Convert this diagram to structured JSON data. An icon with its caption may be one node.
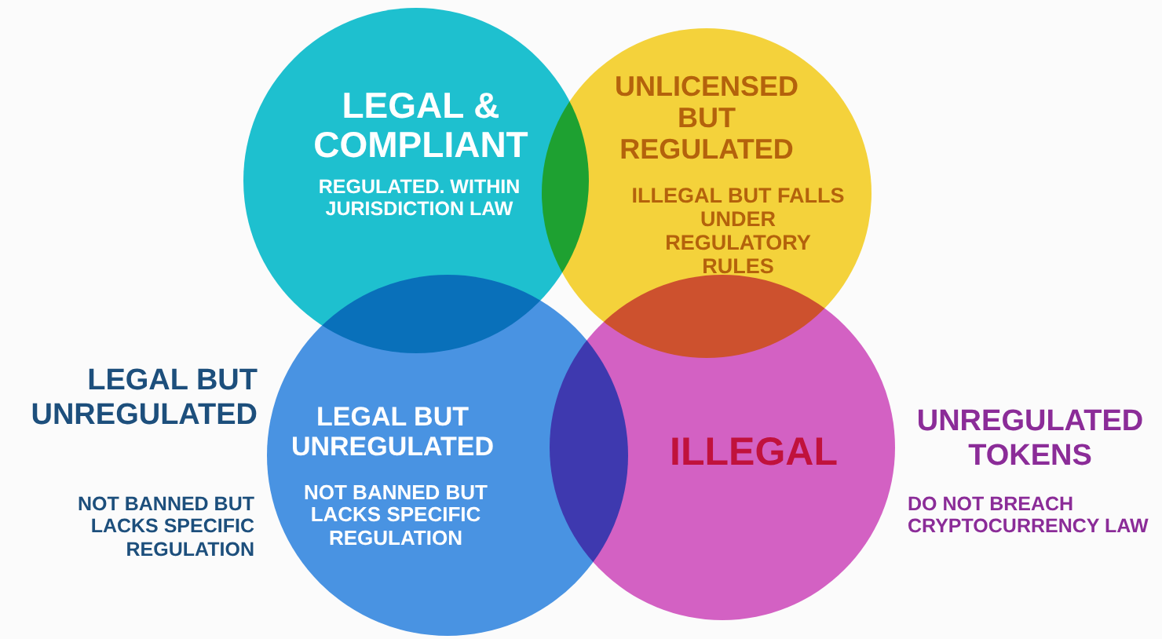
{
  "diagram": {
    "nodes": [
      {
        "text": [
          "LEGAL & COMPLIANT",
          "REGULATED. WITHIN JURISDICTION LAW"
        ]
      },
      {
        "text": [
          "UNLICENSED BUT REGULATED",
          "ILLEGAL BUT FALLS UNDER REGULATORY RULES"
        ]
      },
      {
        "text": [
          "LEGAL BUT UNREGULATED",
          "NOT BANNED BUT LACKS SPECIFIC REGULATION"
        ]
      },
      {
        "text": [
          "ILLEGAL"
        ]
      }
    ],
    "edges": [],
    "labels": [
      "LEGAL BUT UNREGULATED",
      "NOT BANNED BUT LACKS SPECIFIC REGULATION",
      "UNREGULATED TOKENS",
      "DO NOT BREACH CRYPTOCURRENCY LAW"
    ]
  }
}
